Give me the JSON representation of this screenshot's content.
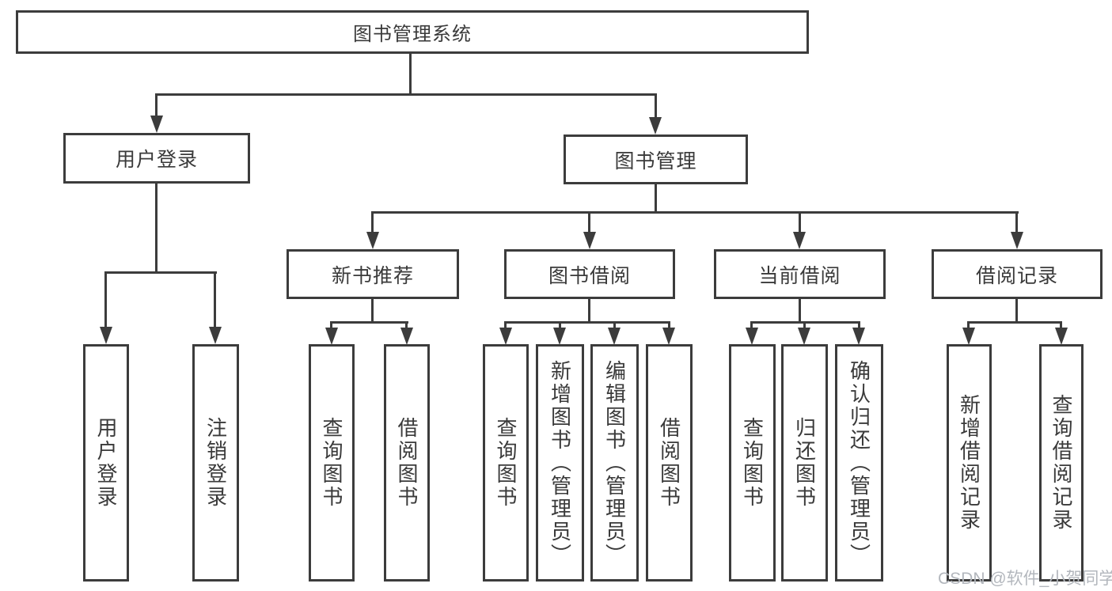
{
  "tree": {
    "root": "图书管理系统",
    "login": {
      "label": "用户登录",
      "children": [
        "用户登录",
        "注销登录"
      ]
    },
    "mgmt": {
      "label": "图书管理",
      "groups": [
        {
          "label": "新书推荐",
          "children": [
            "查询图书",
            "借阅图书"
          ]
        },
        {
          "label": "图书借阅",
          "children": [
            "查询图书",
            "新增图书（管理员）",
            "编辑图书（管理员）",
            "借阅图书"
          ]
        },
        {
          "label": "当前借阅",
          "children": [
            "查询图书",
            "归还图书",
            "确认归还（管理员）"
          ]
        },
        {
          "label": "借阅记录",
          "children": [
            "新增借阅记录",
            "查询借阅记录"
          ]
        }
      ]
    }
  },
  "watermark": "CSDN @软件_小贺同学",
  "colors": {
    "line": "#3c3c3c",
    "text": "#3a3a3a",
    "watermark": "#b3b7bd",
    "background": "#ffffff"
  }
}
